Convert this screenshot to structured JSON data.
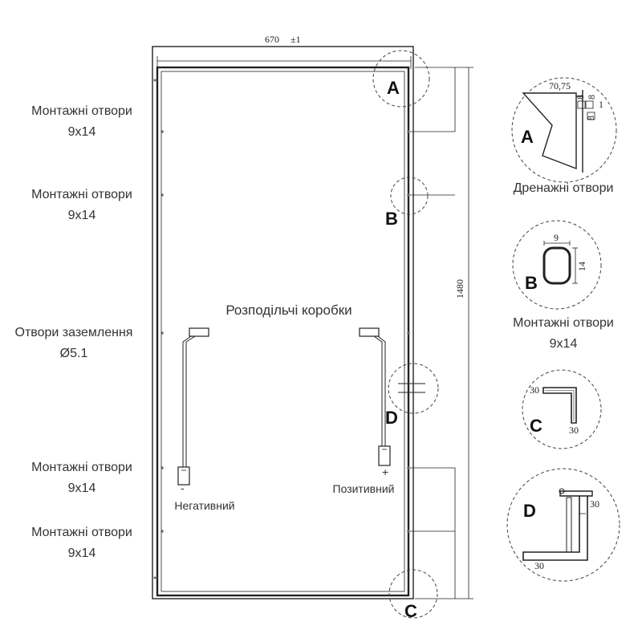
{
  "dimensions": {
    "width": "670",
    "width_tolerance": "±1",
    "height": "1480"
  },
  "left_labels": {
    "mount_1": {
      "line1": "Монтажні отвори",
      "line2": "9x14"
    },
    "mount_2": {
      "line1": "Монтажні отвори",
      "line2": "9x14"
    },
    "grounding": {
      "line1": "Отвори заземлення",
      "line2": "Ø5.1"
    },
    "mount_3": {
      "line1": "Монтажні отвори",
      "line2": "9x14"
    },
    "mount_4": {
      "line1": "Монтажні отвори",
      "line2": "9x14"
    }
  },
  "junction_boxes": {
    "title": "Розподільчі коробки",
    "negative": "Негативний",
    "positive": "Позитивний",
    "neg_sign": "-",
    "pos_sign": "+"
  },
  "detail_markers": [
    "A",
    "B",
    "C",
    "D"
  ],
  "details": {
    "a": {
      "letter": "A",
      "caption": "Дренажні отвори",
      "dim1": "70,75",
      "dim2": "8",
      "dim3": "8",
      "dim4": "8",
      "dim5": "1"
    },
    "b": {
      "letter": "B",
      "caption_line1": "Монтажні отвори",
      "caption_line2": "9x14",
      "dim_w": "9",
      "dim_h": "14"
    },
    "c": {
      "letter": "C",
      "dim1": "30",
      "dim2": "30"
    },
    "d": {
      "letter": "D",
      "dim1": "30",
      "dim2": "30"
    }
  }
}
